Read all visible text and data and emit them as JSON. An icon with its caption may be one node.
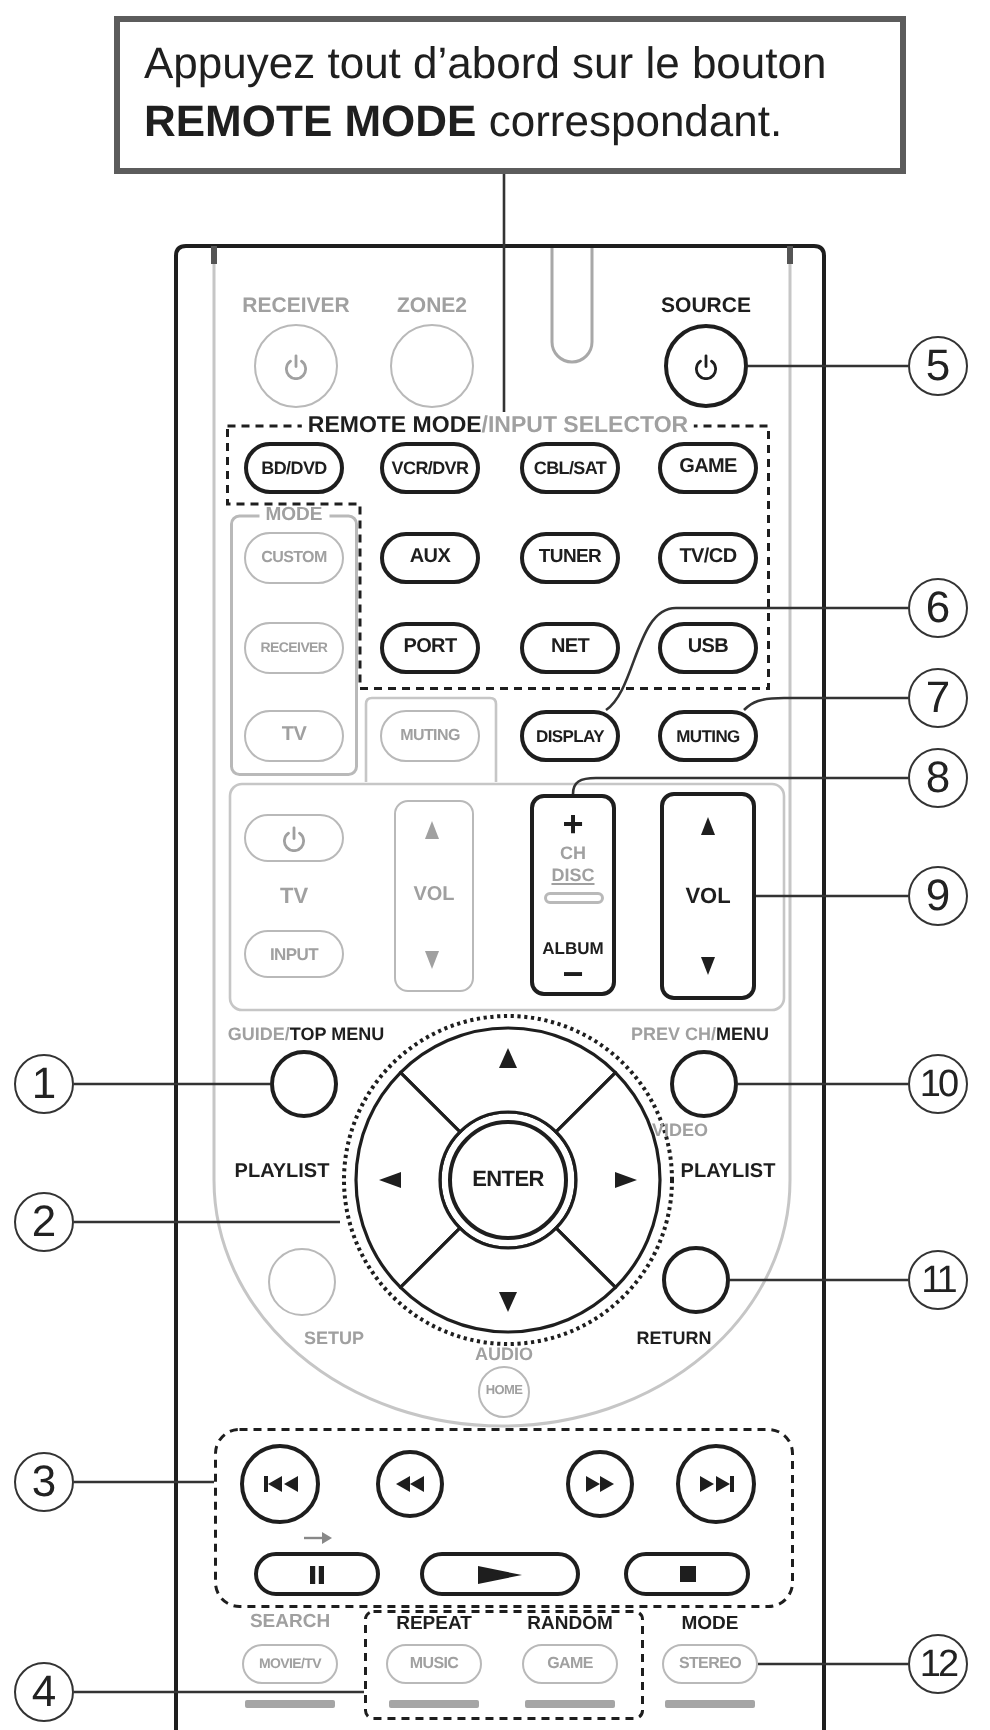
{
  "diagram": {
    "nodes": [
      {
        "text": [
          "Appuyez tout d’abord sur le bouton **REMOTE MODE** correspondant."
        ]
      },
      {
        "text": [],
        "shape": "circle",
        "beside": [
          "RECEIVER"
        ]
      },
      {
        "text": [],
        "shape": "circle",
        "beside": [
          "ZONE2"
        ]
      },
      {
        "text": [],
        "shape": "circle",
        "beside": [
          "SOURCE"
        ]
      },
      {
        "text": [
          "5"
        ]
      },
      {
        "text": [
          "**REMOTE MODE**/INPUT SELECTOR"
        ]
      },
      {
        "text": [
          "BD/DVD"
        ],
        "in": 5
      },
      {
        "text": [
          "VCR/DVR"
        ],
        "in": 5
      },
      {
        "text": [
          "CBL/SAT"
        ],
        "in": 5
      },
      {
        "text": [
          "GAME"
        ],
        "in": 5
      },
      {
        "text": [
          "MODE"
        ]
      },
      {
        "text": [
          "CUSTOM"
        ],
        "in": 10
      },
      {
        "text": [
          "AUX"
        ],
        "in": 5
      },
      {
        "text": [
          "TUNER"
        ],
        "in": 5
      },
      {
        "text": [
          "TV/CD"
        ],
        "in": 5
      },
      {
        "text": [
          "6"
        ]
      },
      {
        "text": [
          "RECEIVER"
        ],
        "in": 10
      },
      {
        "text": [
          "PORT"
        ],
        "in": 5
      },
      {
        "text": [
          "NET"
        ],
        "in": 5
      },
      {
        "text": [
          "USB"
        ],
        "in": 5
      },
      {
        "text": [
          "7"
        ]
      },
      {
        "text": [
          "TV"
        ],
        "in": 10
      },
      {
        "text": [
          "MUTING"
        ]
      },
      {
        "text": [
          "DISPLAY"
        ]
      },
      {
        "text": [
          "MUTING"
        ]
      },
      {
        "text": [
          "8"
        ]
      },
      {
        "text": [],
        "shape": "box",
        "beside": [
          "TV"
        ]
      },
      {
        "text": [
          "VOL"
        ]
      },
      {
        "text": [
          "+",
          "CH",
          "DISC",
          "ALBUM",
          "−"
        ]
      },
      {
        "text": [
          "VOL"
        ]
      },
      {
        "text": [
          "9"
        ]
      },
      {
        "text": [
          "INPUT"
        ]
      },
      {
        "text": [
          "1"
        ]
      },
      {
        "text": [],
        "shape": "circle",
        "beside": [
          "GUIDE/**TOP MENU**"
        ]
      },
      {
        "text": [],
        "shape": "circle",
        "beside": [
          "PREV CH/**MENU**",
          "VIDEO"
        ]
      },
      {
        "text": [
          "10"
        ]
      },
      {
        "text": [],
        "shape": "circle",
        "beside": [
          "PLAYLIST",
          "PLAYLIST"
        ]
      },
      {
        "text": [],
        "shape": "segment",
        "in": 36
      },
      {
        "text": [],
        "shape": "segment",
        "in": 36
      },
      {
        "text": [
          "ENTER"
        ],
        "in": 36
      },
      {
        "text": [],
        "shape": "segment",
        "in": 36
      },
      {
        "text": [],
        "shape": "segment",
        "in": 36
      },
      {
        "text": [
          "2"
        ]
      },
      {
        "text": [],
        "shape": "circle",
        "beside": [
          "SETUP"
        ]
      },
      {
        "text": [],
        "shape": "circle",
        "beside": [
          "RETURN"
        ]
      },
      {
        "text": [
          "11"
        ]
      },
      {
        "text": [
          "HOME"
        ],
        "beside": [
          "AUDIO"
        ]
      },
      {
        "text": [],
        "shape": "box"
      },
      {
        "text": [
          "3"
        ]
      },
      {
        "text": [],
        "shape": "circle",
        "in": 47
      },
      {
        "text": [],
        "shape": "circle",
        "in": 47
      },
      {
        "text": [],
        "shape": "circle",
        "in": 47
      },
      {
        "text": [],
        "shape": "circle",
        "in": 47
      },
      {
        "text": [],
        "shape": "box",
        "in": 47
      },
      {
        "text": [],
        "shape": "box",
        "in": 47
      },
      {
        "text": [],
        "shape": "box",
        "in": 47
      },
      {
        "text": [
          "MOVIE/TV"
        ],
        "beside": [
          "SEARCH"
        ]
      },
      {
        "text": [],
        "shape": "box"
      },
      {
        "text": [
          "MUSIC"
        ],
        "in": 57,
        "beside": [
          "REPEAT"
        ]
      },
      {
        "text": [
          "GAME"
        ],
        "in": 57,
        "beside": [
          "RANDOM"
        ]
      },
      {
        "text": [
          "STEREO"
        ],
        "beside": [
          "MODE"
        ]
      },
      {
        "text": [
          "4"
        ]
      },
      {
        "text": [
          "12"
        ]
      }
    ],
    "edges": [
      {
        "from": 0,
        "to": 5,
        "arrow": "none"
      },
      {
        "from": 4,
        "to": 3,
        "arrow": "none"
      },
      {
        "from": 15,
        "to": 23,
        "arrow": "none"
      },
      {
        "from": 20,
        "to": 24,
        "arrow": "none"
      },
      {
        "from": 25,
        "to": 28,
        "arrow": "none"
      },
      {
        "from": 30,
        "to": 29,
        "arrow": "none"
      },
      {
        "from": 32,
        "to": 33,
        "arrow": "none"
      },
      {
        "from": 35,
        "to": 34,
        "arrow": "none"
      },
      {
        "from": 42,
        "to": 36,
        "arrow": "none"
      },
      {
        "from": 45,
        "to": 44,
        "arrow": "none"
      },
      {
        "from": 48,
        "to": 47,
        "arrow": "none"
      },
      {
        "from": 61,
        "to": 57,
        "arrow": "none"
      },
      {
        "from": 62,
        "to": 60,
        "arrow": "none"
      }
    ]
  }
}
